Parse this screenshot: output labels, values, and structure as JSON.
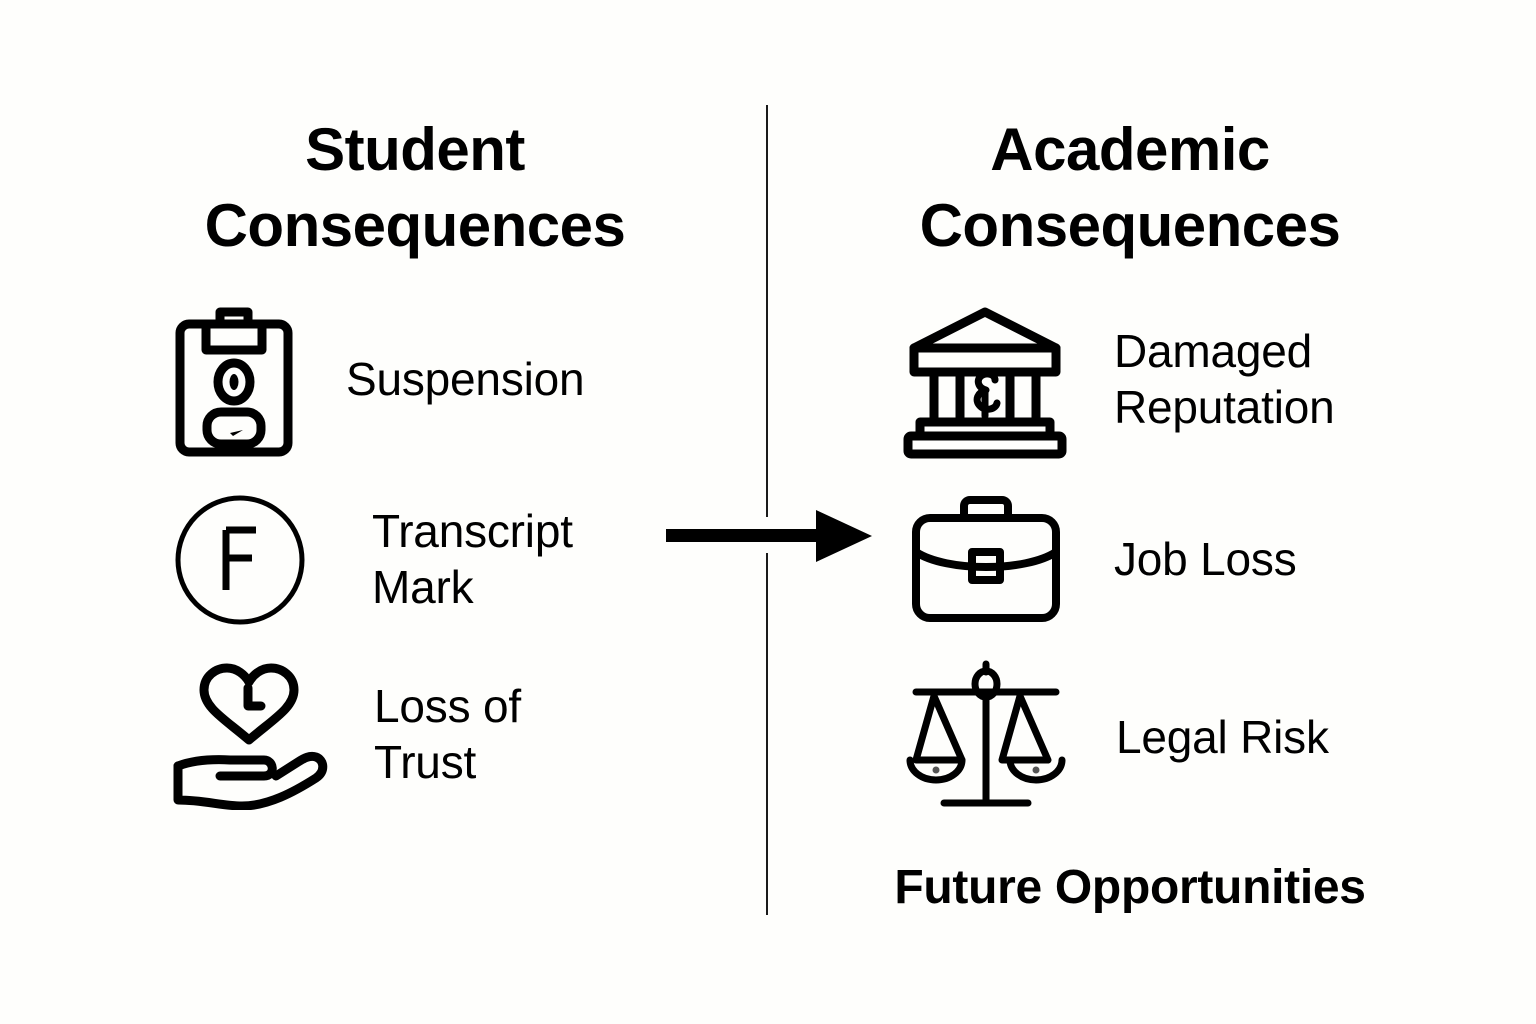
{
  "background_color": "#fefefc",
  "stroke_color": "#000000",
  "divider": {
    "name": "vertical-divider",
    "color": "#1a1a1a"
  },
  "arrow": {
    "name": "flow-arrow",
    "direction": "right",
    "description": "Arrow pointing from Student Consequences to Academic Consequences"
  },
  "left_column": {
    "heading": "Student\nConsequences",
    "items": [
      {
        "icon": "clipboard-person-icon",
        "label": "Suspension"
      },
      {
        "icon": "letter-f-circle-icon",
        "label": "Transcript\nMark"
      },
      {
        "icon": "heart-in-hand-icon",
        "label": "Loss of\nTrust"
      }
    ]
  },
  "right_column": {
    "heading": "Academic\nConsequences",
    "items": [
      {
        "icon": "bank-building-icon",
        "label": "Damaged\nReputation"
      },
      {
        "icon": "briefcase-icon",
        "label": "Job Loss"
      },
      {
        "icon": "scales-of-justice-icon",
        "label": "Legal Risk"
      }
    ],
    "footer": "Future Opportunities"
  }
}
